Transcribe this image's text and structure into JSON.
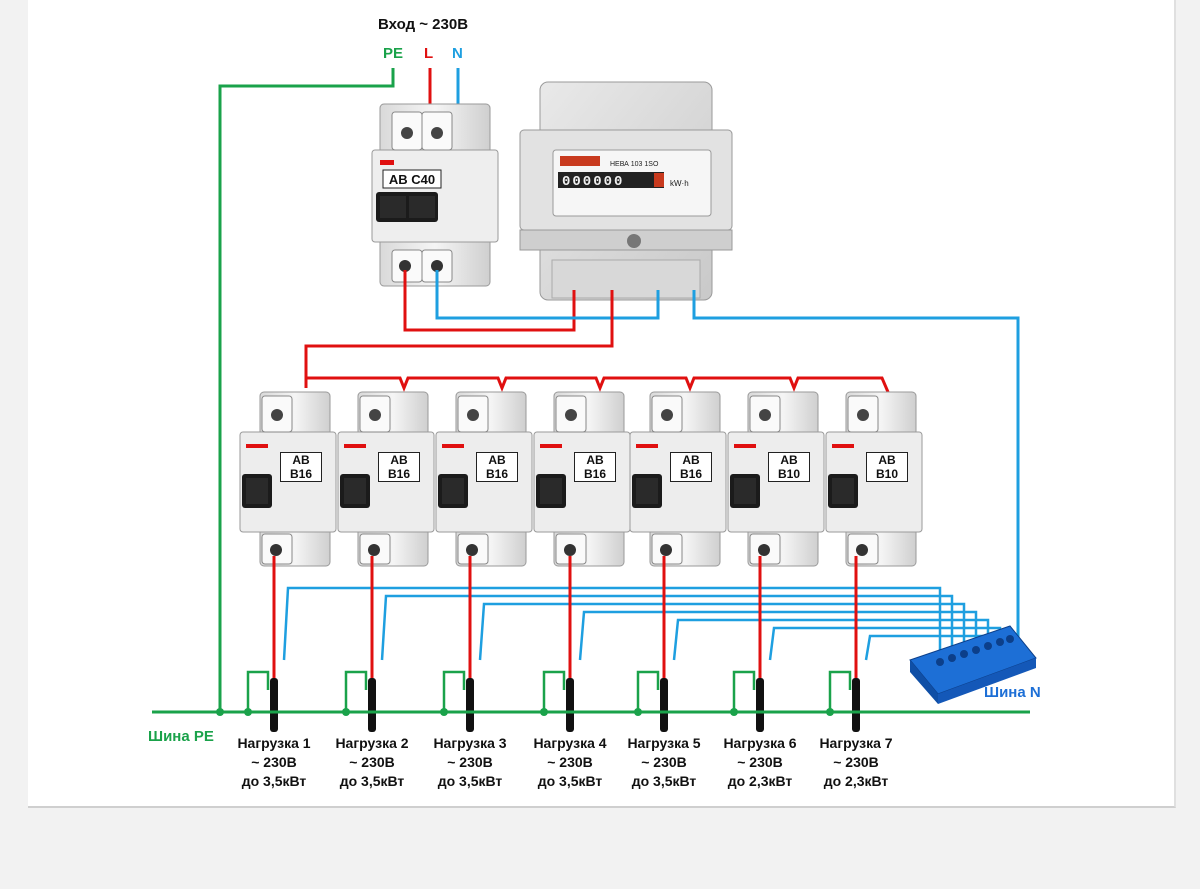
{
  "input": {
    "title": "Вход ~ 230В",
    "pe": "PE",
    "l": "L",
    "n": "N"
  },
  "main_breaker": {
    "label": "АВ С40"
  },
  "buses": {
    "pe": "Шина PE",
    "n": "Шина N"
  },
  "meter": {
    "model": "НЕВА 103 1SO",
    "display": "000000",
    "unit": "kW·h"
  },
  "breakers": [
    {
      "label1": "АВ",
      "label2": "В16"
    },
    {
      "label1": "АВ",
      "label2": "В16"
    },
    {
      "label1": "АВ",
      "label2": "В16"
    },
    {
      "label1": "АВ",
      "label2": "В16"
    },
    {
      "label1": "АВ",
      "label2": "В16"
    },
    {
      "label1": "АВ",
      "label2": "В10"
    },
    {
      "label1": "АВ",
      "label2": "В10"
    }
  ],
  "loads": [
    {
      "name": "Нагрузка 1",
      "voltage": "~ 230В",
      "power": "до 3,5кВт"
    },
    {
      "name": "Нагрузка 2",
      "voltage": "~ 230В",
      "power": "до 3,5кВт"
    },
    {
      "name": "Нагрузка 3",
      "voltage": "~ 230В",
      "power": "до 3,5кВт"
    },
    {
      "name": "Нагрузка 4",
      "voltage": "~ 230В",
      "power": "до 3,5кВт"
    },
    {
      "name": "Нагрузка 5",
      "voltage": "~ 230В",
      "power": "до 3,5кВт"
    },
    {
      "name": "Нагрузка 6",
      "voltage": "~ 230В",
      "power": "до 2,3кВт"
    },
    {
      "name": "Нагрузка 7",
      "voltage": "~ 230В",
      "power": "до 2,3кВт"
    }
  ],
  "colors": {
    "phase": "#e01010",
    "neutral": "#1e9fe0",
    "pe": "#1aa24a",
    "bus_n": "#1d6fd6"
  }
}
